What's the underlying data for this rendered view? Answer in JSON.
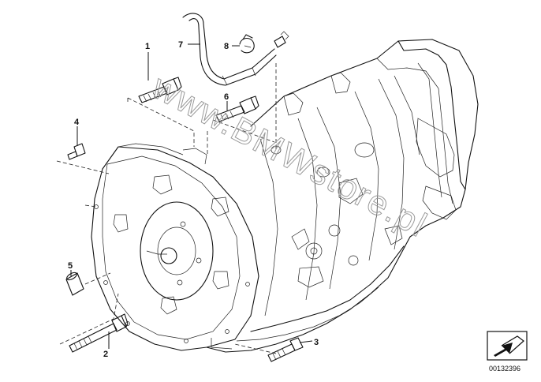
{
  "diagram": {
    "watermark": "www.BMWstore.pl",
    "document_number": "00132396",
    "parts": [
      {
        "label": "1",
        "part": "bolt"
      },
      {
        "label": "2",
        "part": "long-bolt"
      },
      {
        "label": "3",
        "part": "bolt"
      },
      {
        "label": "4",
        "part": "short-bolt"
      },
      {
        "label": "5",
        "part": "dowel-sleeve"
      },
      {
        "label": "6",
        "part": "bolt"
      },
      {
        "label": "7",
        "part": "breather-hose"
      },
      {
        "label": "8",
        "part": "hose-clamp"
      }
    ]
  }
}
